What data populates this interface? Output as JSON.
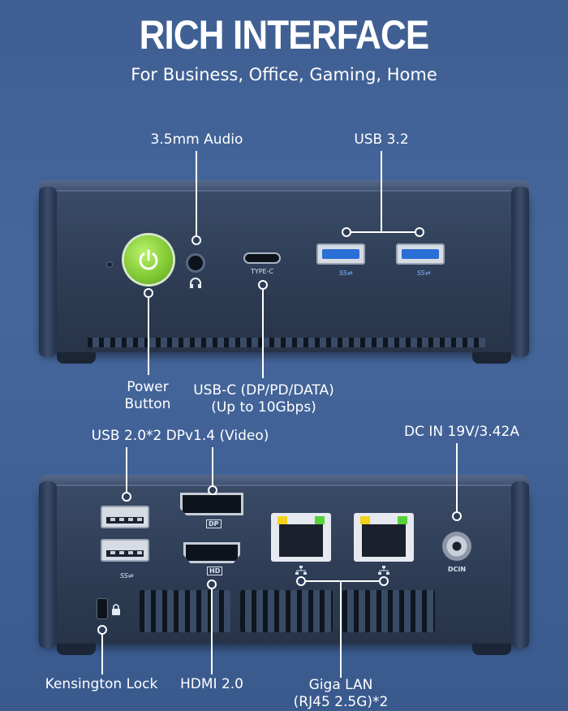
{
  "title": "RICH INTERFACE",
  "subtitle": "For Business, Office, Gaming, Home",
  "front": {
    "audio_label": "3.5mm Audio",
    "usb32_label": "USB 3.2",
    "power_label_line1": "Power",
    "power_label_line2": "Button",
    "usbc_label_line1": "USB-C (DP/PD/DATA)",
    "usbc_label_line2": "(Up to 10Gbps)",
    "typec_port_text": "TYPE-C",
    "ss_logo_text": "SS⇌"
  },
  "rear": {
    "usb20_label": "USB 2.0*2",
    "dp_label": "DPv1.4 (Video)",
    "dcin_label": "DC IN 19V/3.42A",
    "kensington_label": "Kensington Lock",
    "hdmi_label": "HDMI 2.0",
    "lan_label_line1": "Giga LAN",
    "lan_label_line2": "(RJ45 2.5G)*2",
    "dp_port_text": "DP",
    "hd_port_text": "HD",
    "dcin_port_text": "DCIN",
    "ss_logo_text": "SS⇌"
  },
  "colors": {
    "power_green": "#8bd43a",
    "usb3_blue": "#2a6fd6",
    "led_yellow": "#f2d21b",
    "led_green": "#56d23a"
  }
}
